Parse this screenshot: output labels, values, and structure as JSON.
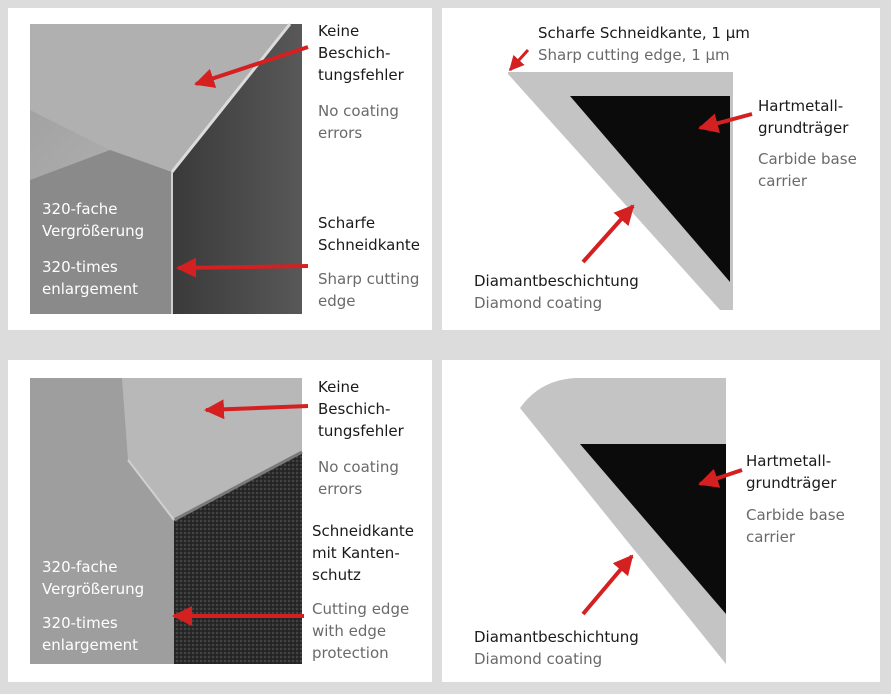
{
  "top_left": {
    "label_no_errors_de": "Keine\nBeschich-\ntungsfehler",
    "label_no_errors_en": "No coating\nerrors",
    "label_edge_de": "Scharfe\nSchneidkante",
    "label_edge_en": "Sharp cutting\nedge",
    "magnification_de": "320-fache\nVergrößerung",
    "magnification_en": "320-times\nenlargement"
  },
  "top_right": {
    "edge_de": "Scharfe Schneidkante, 1 µm",
    "edge_en": "Sharp cutting edge, 1 µm",
    "carrier_de": "Hartmetall-\ngrundträger",
    "carrier_en": "Carbide base\ncarrier",
    "coating_de": "Diamantbeschichtung",
    "coating_en": "Diamond coating"
  },
  "bottom_left": {
    "label_no_errors_de": "Keine\nBeschich-\ntungsfehler",
    "label_no_errors_en": "No coating\nerrors",
    "label_edge_de": "Schneidkante\nmit Kanten-\nschutz",
    "label_edge_en": "Cutting edge\nwith edge\nprotection",
    "magnification_de": "320-fache\nVergrößerung",
    "magnification_en": "320-times\nenlargement"
  },
  "bottom_right": {
    "carrier_de": "Hartmetall-\ngrundträger",
    "carrier_en": "Carbide base\ncarrier",
    "coating_de": "Diamantbeschichtung",
    "coating_en": "Diamond coating"
  },
  "colors": {
    "arrow": "#d42020",
    "coating": "#c4c4c4",
    "carrier": "#0b0b0b",
    "caption_gray": "#6a6a6a"
  }
}
